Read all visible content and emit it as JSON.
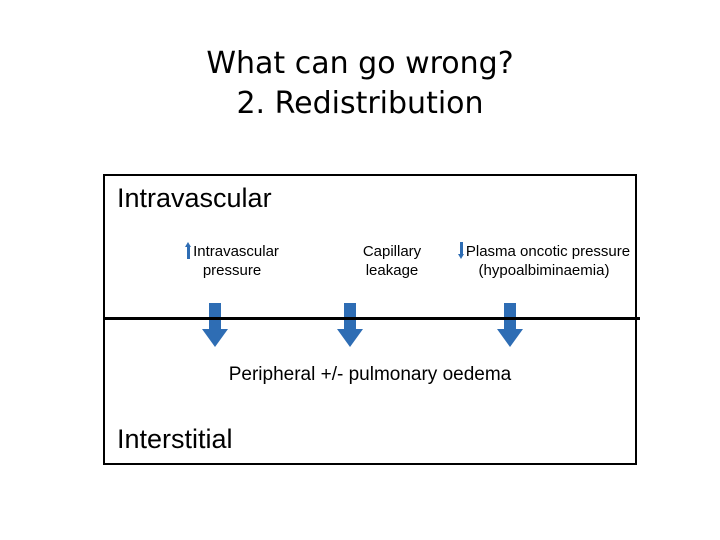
{
  "slide": {
    "title_lines": [
      "What can go wrong?",
      "2. Redistribution"
    ],
    "accent_color": "#2E6DB4",
    "border_color": "#000000",
    "background_color": "#FFFFFF"
  },
  "diagram": {
    "compartments": {
      "upper_label": "Intravascular",
      "lower_label": "Interstitial"
    },
    "factors": [
      {
        "arrow_icon": "arrow-up-icon",
        "arrow_direction": "up",
        "line1": "Intravascular",
        "line2": "pressure"
      },
      {
        "arrow_icon": "none",
        "arrow_direction": "none",
        "line1": "Capillary",
        "line2": "leakage"
      },
      {
        "arrow_icon": "arrow-down-icon",
        "arrow_direction": "down",
        "line1": "Plasma oncotic pressure",
        "line2": "(hypoalbiminaemia)"
      }
    ],
    "flow_arrows": [
      {
        "icon": "block-arrow-down-icon",
        "direction": "down"
      },
      {
        "icon": "block-arrow-down-icon",
        "direction": "down"
      },
      {
        "icon": "block-arrow-down-icon",
        "direction": "down"
      }
    ],
    "outcome": "Peripheral +/- pulmonary oedema"
  }
}
